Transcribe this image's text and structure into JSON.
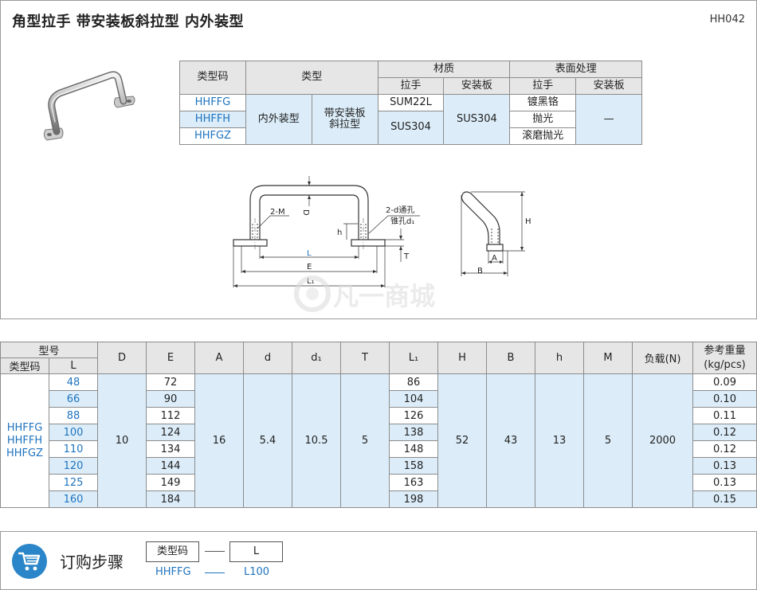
{
  "header": {
    "title": "角型拉手  带安装板斜拉型  内外装型",
    "code": "HH042"
  },
  "spec": {
    "head": {
      "code": "类型码",
      "type": "类型",
      "material": "材质",
      "surface": "表面处理",
      "handle": "拉手",
      "plate": "安装板",
      "handle2": "拉手",
      "plate2": "安装板"
    },
    "codes": [
      "HHFFG",
      "HHFFH",
      "HHFGZ"
    ],
    "type1": "内外装型",
    "type2": "带安装板斜拉型",
    "handle_material_1": "SUM22L",
    "handle_material_2": "SUS304",
    "plate_material": "SUS304",
    "finishes": [
      "镀黑铬",
      "抛光",
      "滚磨抛光"
    ],
    "plate_finish": "—"
  },
  "drawing": {
    "D": "D",
    "M": "2-M",
    "d_hole": "2-d通孔",
    "d1_hole": "锥孔d₁",
    "h": "h",
    "T": "T",
    "L": "L",
    "E": "E",
    "L1": "L₁",
    "H": "H",
    "A": "A",
    "B": "B"
  },
  "watermark": {
    "text": "凡一商城"
  },
  "dims": {
    "head": {
      "model": "型号",
      "code": "类型码",
      "L": "L",
      "D": "D",
      "E": "E",
      "A": "A",
      "d": "d",
      "d1": "d₁",
      "T": "T",
      "L1": "L₁",
      "H": "H",
      "B": "B",
      "h": "h",
      "M": "M",
      "load": "负载(N)",
      "weight": "参考重量\n(kg/pcs)"
    },
    "codes": "HHFFG\nHHFFH\nHHFGZ",
    "D": "10",
    "A": "16",
    "d": "5.4",
    "d1": "10.5",
    "T": "5",
    "H": "52",
    "B": "43",
    "h": "13",
    "M": "5",
    "load": "2000",
    "rows": [
      {
        "L": "48",
        "E": "72",
        "L1": "86",
        "w": "0.09"
      },
      {
        "L": "66",
        "E": "90",
        "L1": "104",
        "w": "0.10"
      },
      {
        "L": "88",
        "E": "112",
        "L1": "126",
        "w": "0.11"
      },
      {
        "L": "100",
        "E": "124",
        "L1": "138",
        "w": "0.12"
      },
      {
        "L": "110",
        "E": "134",
        "L1": "148",
        "w": "0.12"
      },
      {
        "L": "120",
        "E": "144",
        "L1": "158",
        "w": "0.13"
      },
      {
        "L": "125",
        "E": "149",
        "L1": "163",
        "w": "0.13"
      },
      {
        "L": "160",
        "E": "184",
        "L1": "198",
        "w": "0.15"
      }
    ]
  },
  "order": {
    "title": "订购步骤",
    "box1": "类型码",
    "box2": "L",
    "ex1": "HHFFG",
    "ex2": "L100",
    "icon": "cart-icon",
    "accent": "#2a86c8"
  }
}
